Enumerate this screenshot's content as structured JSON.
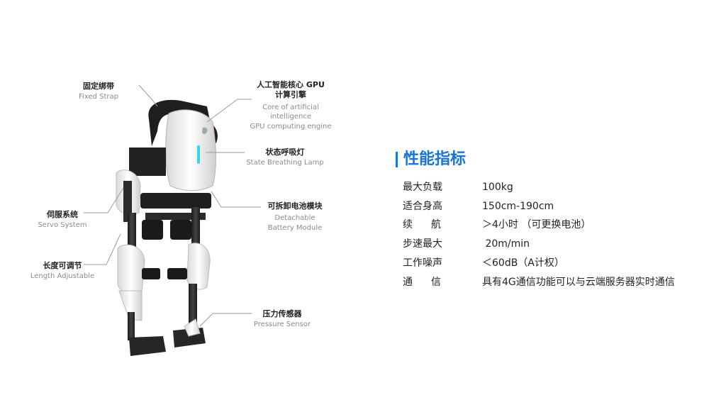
{
  "callouts": {
    "fixed_strap": {
      "zh": "固定绑带",
      "en": "Fixed Strap"
    },
    "gpu_core": {
      "zh_line1": "人工智能核心 GPU",
      "zh_line2": "计算引擎",
      "en_line1": "Core of artificial intelligence",
      "en_line2": "GPU computing engine"
    },
    "breathing_lamp": {
      "zh": "状态呼吸灯",
      "en": "State Breathing Lamp"
    },
    "battery": {
      "zh": "可拆卸电池模块",
      "en_line1": "Detachable",
      "en_line2": "Battery Module"
    },
    "servo": {
      "zh": "伺服系统",
      "en": "Servo System"
    },
    "length": {
      "zh": "长度可调节",
      "en": "Length Adjustable"
    },
    "pressure": {
      "zh": "压力传感器",
      "en": "Pressure Sensor"
    }
  },
  "specs": {
    "title": "性能指标",
    "rows": [
      {
        "key": "最大负载",
        "value": "100kg"
      },
      {
        "key": "适合身高",
        "value": "150cm-190cm"
      },
      {
        "key": "续航",
        "value": "＞4小时 （可更换电池）"
      },
      {
        "key": "步速最大",
        "value": " 20m/min"
      },
      {
        "key": "工作噪声",
        "value": "＜60dB（A计权）"
      },
      {
        "key": "通信",
        "value": "具有4G通信功能可以与云端服务器实时通信"
      }
    ]
  },
  "colors": {
    "accent": "#1a73d9",
    "device_white": "#f3f3f3",
    "device_dark": "#2a2a2a",
    "lamp": "#33d6e6"
  }
}
